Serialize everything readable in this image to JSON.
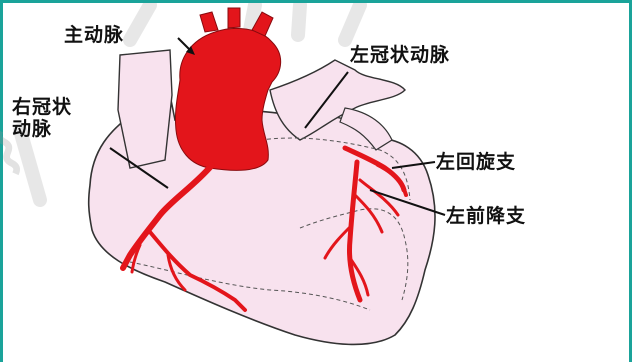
{
  "labels": {
    "aorta": "主动脉",
    "right_coronary": "右冠状\n动脉",
    "left_coronary": "左冠状动脉",
    "left_circumflex": "左回旋支",
    "left_anterior_descending": "左前降支"
  },
  "colors": {
    "heart_fill": "#f8e2ee",
    "heart_outline": "#333333",
    "artery": "#e3151b",
    "frame": "#1aa39a",
    "leader": "#111111"
  }
}
